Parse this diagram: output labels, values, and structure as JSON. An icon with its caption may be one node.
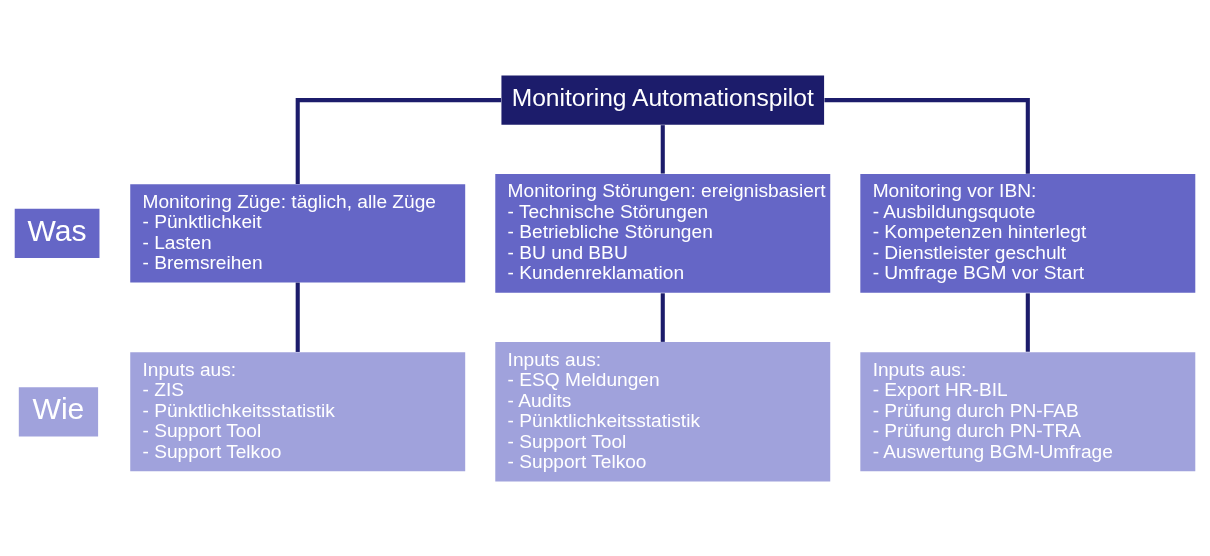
{
  "diagram": {
    "nodes": [
      {
        "text": [
          "Monitoring Automationspilot"
        ]
      },
      {
        "text": [
          "Was"
        ]
      },
      {
        "text": [
          "Monitoring Züge: täglich, alle Züge",
          "- Pünktlichkeit",
          "- Lasten",
          "- Bremsreihen"
        ]
      },
      {
        "text": [
          "Monitoring Störungen: ereignisbasiert",
          "- Technische Störungen",
          "- Betriebliche Störungen",
          "- BU und BBU",
          "- Kundenreklamation"
        ]
      },
      {
        "text": [
          "Monitoring vor IBN:",
          "- Ausbildungsquote",
          "- Kompetenzen hinterlegt",
          "- Dienstleister geschult",
          "- Umfrage BGM vor Start"
        ]
      },
      {
        "text": [
          "Wie"
        ]
      },
      {
        "text": [
          "Inputs aus:",
          "- ZIS",
          "- Pünktlichkeitsstatistik",
          "- Support Tool",
          "- Support Telkoo"
        ]
      },
      {
        "text": [
          "Inputs aus:",
          "- ESQ Meldungen",
          "- Audits",
          "- Pünktlichkeitsstatistik",
          "- Support Tool",
          "- Support Telkoo"
        ]
      },
      {
        "text": [
          "Inputs aus:",
          "- Export HR-BIL",
          "- Prüfung durch PN-FAB",
          "- Prüfung durch PN-TRA",
          "- Auswertung BGM-Umfrage"
        ]
      }
    ],
    "edges": [
      {
        "from": 0,
        "to": 2,
        "arrow": "none"
      },
      {
        "from": 0,
        "to": 3,
        "arrow": "none"
      },
      {
        "from": 0,
        "to": 4,
        "arrow": "none"
      },
      {
        "from": 2,
        "to": 6,
        "arrow": "none"
      },
      {
        "from": 3,
        "to": 7,
        "arrow": "none"
      },
      {
        "from": 4,
        "to": 8,
        "arrow": "none"
      }
    ]
  }
}
